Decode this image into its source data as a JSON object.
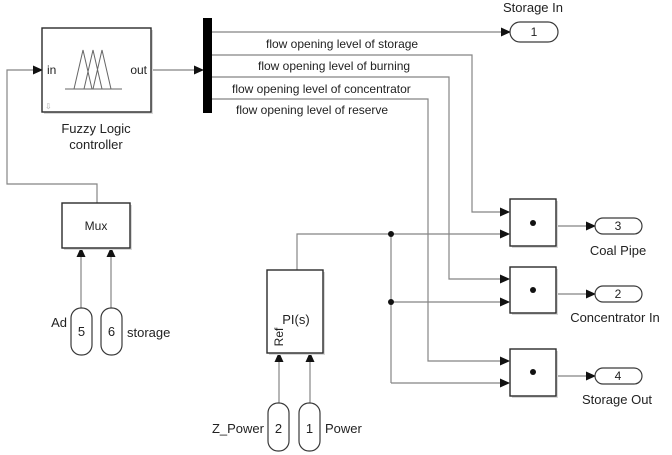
{
  "diagram": {
    "fuzzy": {
      "in_label": "in",
      "out_label": "out",
      "name_line1": "Fuzzy Logic",
      "name_line2": "controller"
    },
    "mux": {
      "label": "Mux"
    },
    "pi": {
      "label": "PI(s)",
      "ref_label": "Ref"
    },
    "signals": [
      "flow opening level of storage",
      "flow opening level of burning",
      "flow opening level of concentrator",
      "flow opening level of reserve"
    ],
    "products": [
      {
        "symbol": "•"
      },
      {
        "symbol": "•"
      },
      {
        "symbol": "•"
      }
    ],
    "outports": [
      {
        "number": "1",
        "name": "Storage In"
      },
      {
        "number": "3",
        "name": "Coal Pipe"
      },
      {
        "number": "2",
        "name": "Concentrator In"
      },
      {
        "number": "4",
        "name": "Storage Out"
      }
    ],
    "inports": [
      {
        "number": "5",
        "name": "Ad"
      },
      {
        "number": "6",
        "name": "storage"
      },
      {
        "number": "2",
        "name": "Z_Power"
      },
      {
        "number": "1",
        "name": "Power"
      }
    ]
  },
  "colors": {
    "wire": "#858585",
    "block_border": "#2b2b2b",
    "text": "#222222",
    "demux_bar": "#000000"
  }
}
